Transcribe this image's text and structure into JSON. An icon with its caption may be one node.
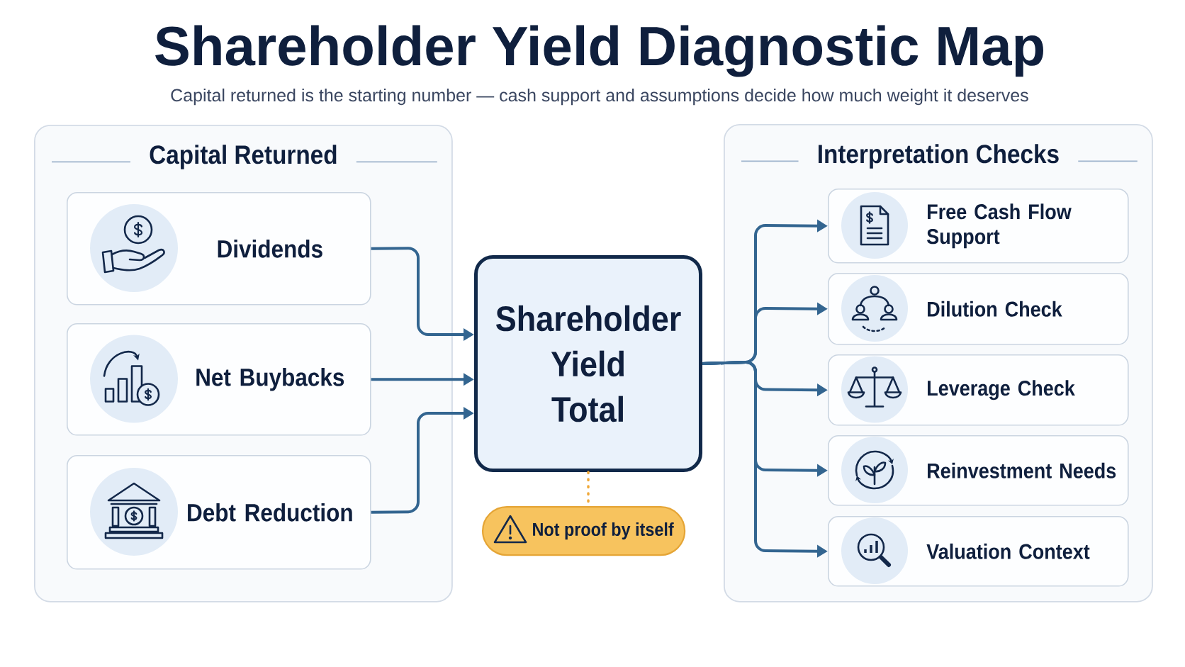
{
  "diagram": {
    "title": "Shareholder Yield Diagnostic Map",
    "nodes": [
      {
        "text": [
          "Capital Returned"
        ]
      },
      {
        "text": [
          "Dividends"
        ],
        "in": 0
      },
      {
        "text": [
          "Net Buybacks"
        ],
        "in": 0
      },
      {
        "text": [
          "Debt Reduction"
        ],
        "in": 0
      },
      {
        "text": [
          "Shareholder Yield Total"
        ]
      },
      {
        "text": [
          "Not proof by itself"
        ]
      },
      {
        "text": [
          "Interpretation Checks"
        ]
      },
      {
        "text": [
          "Free Cash Flow Support"
        ],
        "in": 6
      },
      {
        "text": [
          "Dilution Check"
        ],
        "in": 6
      },
      {
        "text": [
          "Leverage Check"
        ],
        "in": 6
      },
      {
        "text": [
          "Reinvestment Needs"
        ],
        "in": 6
      },
      {
        "text": [
          "Valuation Context"
        ],
        "in": 6
      }
    ],
    "edges": [
      {
        "from": 1,
        "to": 4,
        "arrow": "to"
      },
      {
        "from": 2,
        "to": 4,
        "arrow": "to"
      },
      {
        "from": 3,
        "to": 4,
        "arrow": "to"
      },
      {
        "from": 4,
        "to": 5,
        "arrow": "none",
        "style": "dashed",
        "color": "#f0a93a"
      },
      {
        "from": 4,
        "to": 7,
        "arrow": "to"
      },
      {
        "from": 4,
        "to": 8,
        "arrow": "to"
      },
      {
        "from": 4,
        "to": 9,
        "arrow": "to"
      },
      {
        "from": 4,
        "to": 10,
        "arrow": "to"
      },
      {
        "from": 4,
        "to": 11,
        "arrow": "to"
      }
    ],
    "labels": [
      "Capital returned is the starting number — cash support and assumptions decide how much weight it deserves"
    ]
  }
}
